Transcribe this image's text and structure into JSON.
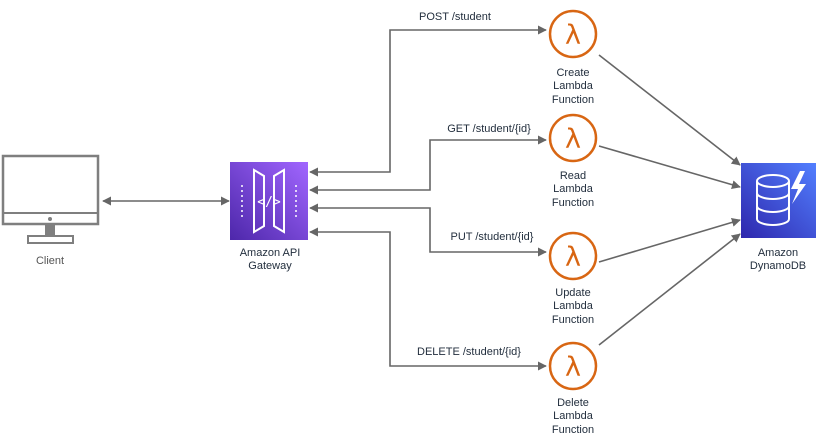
{
  "client": {
    "label": "Client"
  },
  "gateway": {
    "label_lines": [
      "Amazon API",
      "Gateway"
    ],
    "icon": "api-gateway-icon",
    "color": "#8c4fff",
    "color_dark": "#4d27aa"
  },
  "dynamodb": {
    "label_lines": [
      "Amazon",
      "DynamoDB"
    ],
    "icon": "dynamodb-icon",
    "color": "#527fff",
    "color_dark": "#2e27ad"
  },
  "lambda": {
    "icon": "lambda-icon",
    "color": "#d86613",
    "glyph": "λ"
  },
  "routes": [
    {
      "label": "POST /student",
      "function_lines": [
        "Create",
        "Lambda",
        "Function"
      ]
    },
    {
      "label": "GET /student/{id}",
      "function_lines": [
        "Read",
        "Lambda",
        "Function"
      ]
    },
    {
      "label": "PUT /student/{id}",
      "function_lines": [
        "Update",
        "Lambda",
        "Function"
      ]
    },
    {
      "label": "DELETE /student/{id}",
      "function_lines": [
        "Delete",
        "Lambda",
        "Function"
      ]
    }
  ]
}
